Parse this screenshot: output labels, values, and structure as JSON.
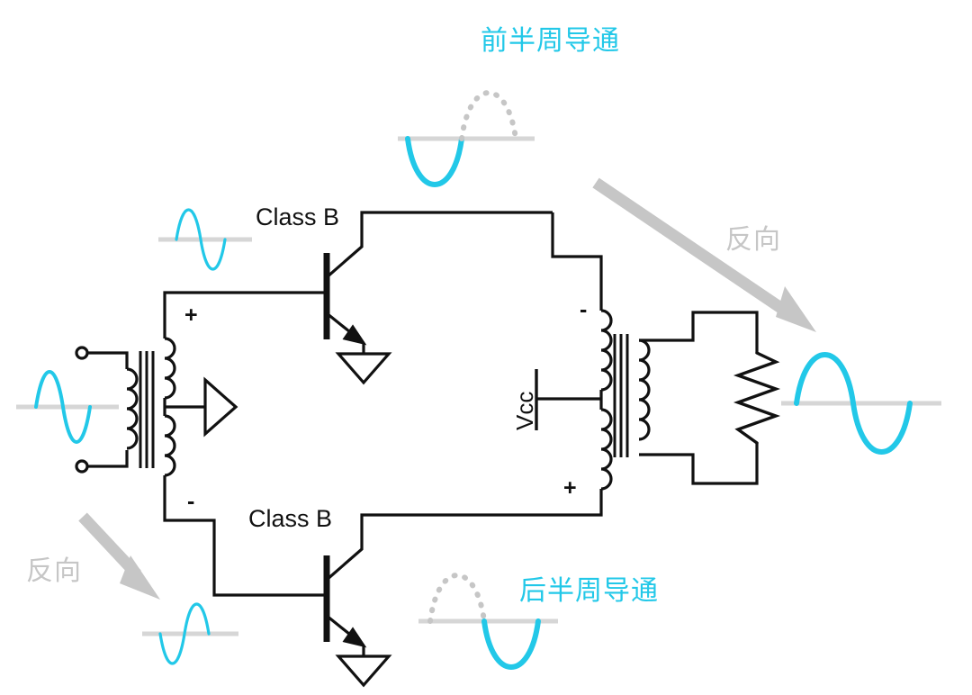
{
  "diagram": {
    "title": "Class B push-pull amplifier",
    "colors": {
      "cyan": "#22c8e8",
      "gray": "#c6c6c6",
      "wire": "#111111",
      "baseline": "#d6d6d6",
      "dotted": "#c6c6c6"
    }
  },
  "labels": {
    "top_conduction": "前半周导通",
    "bottom_conduction": "后半周导通",
    "reverse_top": "反向",
    "reverse_bottom": "反向",
    "class_b_top": "Class B",
    "class_b_bottom": "Class B",
    "vcc": "Vcc",
    "input_sec_plus": "+",
    "input_sec_minus": "-",
    "output_pri_minus": "-",
    "output_pri_plus": "+"
  },
  "waveforms": [
    {
      "name": "input-source-wave",
      "style": "full-sine",
      "phase": "positive-first",
      "stroke": "#22c8e8",
      "thin": true
    },
    {
      "name": "top-base-drive-wave",
      "style": "full-sine",
      "phase": "positive-first",
      "stroke": "#22c8e8",
      "thin": true
    },
    {
      "name": "bottom-base-drive-wave",
      "style": "full-sine",
      "phase": "negative-first",
      "stroke": "#22c8e8",
      "thin": true
    },
    {
      "name": "top-half-cycle-wave",
      "style": "half-solid-half-dotted",
      "solid_half": "negative",
      "dotted_half": "positive",
      "stroke": "#22c8e8"
    },
    {
      "name": "bottom-half-cycle-wave",
      "style": "half-solid-half-dotted",
      "solid_half": "negative",
      "dotted_half": "positive",
      "stroke": "#22c8e8"
    },
    {
      "name": "output-load-wave",
      "style": "full-sine",
      "phase": "positive-first",
      "stroke": "#22c8e8"
    }
  ],
  "components": [
    {
      "name": "input-transformer",
      "type": "transformer",
      "note": "center-tapped secondary"
    },
    {
      "name": "top-transistor",
      "type": "npn-bjt"
    },
    {
      "name": "bottom-transistor",
      "type": "npn-bjt"
    },
    {
      "name": "output-transformer",
      "type": "transformer",
      "note": "center-tapped primary"
    },
    {
      "name": "vcc-supply",
      "type": "dc-source"
    },
    {
      "name": "load-resistor",
      "type": "resistor"
    },
    {
      "name": "top-ground",
      "type": "ground"
    },
    {
      "name": "bottom-ground",
      "type": "ground"
    }
  ]
}
